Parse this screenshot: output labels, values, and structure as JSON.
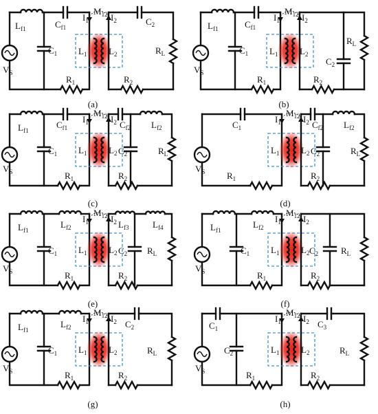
{
  "panels": [
    {
      "caption": "(a)",
      "labels": [
        {
          "m": "L",
          "s": "f1"
        },
        {
          "m": "C",
          "s": "f1"
        },
        {
          "m": "C",
          "s": "1"
        },
        {
          "m": "V",
          "s": "S"
        },
        {
          "m": "R",
          "s": "1"
        },
        {
          "m": "I",
          "s": "1"
        },
        {
          "m": "M",
          "s": "12"
        },
        {
          "m": "I",
          "s": "2"
        },
        {
          "m": "L",
          "s": "1"
        },
        {
          "m": "L",
          "s": "2"
        },
        {
          "m": "C",
          "s": "2"
        },
        {
          "m": "R",
          "s": "L"
        },
        {
          "m": "R",
          "s": "2"
        }
      ]
    },
    {
      "caption": "(b)",
      "labels": [
        {
          "m": "L",
          "s": "f1"
        },
        {
          "m": "C",
          "s": "f1"
        },
        {
          "m": "C",
          "s": "1"
        },
        {
          "m": "V",
          "s": "S"
        },
        {
          "m": "R",
          "s": "1"
        },
        {
          "m": "I",
          "s": "1"
        },
        {
          "m": "M",
          "s": "12"
        },
        {
          "m": "I",
          "s": "2"
        },
        {
          "m": "L",
          "s": "1"
        },
        {
          "m": "L",
          "s": "2"
        },
        {
          "m": "C",
          "s": "2"
        },
        {
          "m": "R",
          "s": "L"
        },
        {
          "m": "R",
          "s": "2"
        }
      ]
    },
    {
      "caption": "(c)",
      "labels": [
        {
          "m": "L",
          "s": "f1"
        },
        {
          "m": "C",
          "s": "f1"
        },
        {
          "m": "C",
          "s": "1"
        },
        {
          "m": "V",
          "s": "S"
        },
        {
          "m": "R",
          "s": "1"
        },
        {
          "m": "I",
          "s": "1"
        },
        {
          "m": "M",
          "s": "12"
        },
        {
          "m": "I",
          "s": "2"
        },
        {
          "m": "L",
          "s": "1"
        },
        {
          "m": "L",
          "s": "2"
        },
        {
          "m": "C",
          "s": "f2"
        },
        {
          "m": "L",
          "s": "f2"
        },
        {
          "m": "C",
          "s": "2"
        },
        {
          "m": "R",
          "s": "L"
        },
        {
          "m": "R",
          "s": "2"
        }
      ]
    },
    {
      "caption": "(d)",
      "labels": [
        {
          "m": "C",
          "s": "1"
        },
        {
          "m": "V",
          "s": "S"
        },
        {
          "m": "R",
          "s": "1"
        },
        {
          "m": "I",
          "s": "1"
        },
        {
          "m": "M",
          "s": "12"
        },
        {
          "m": "I",
          "s": "2"
        },
        {
          "m": "L",
          "s": "1"
        },
        {
          "m": "L",
          "s": "2"
        },
        {
          "m": "C",
          "s": "f2"
        },
        {
          "m": "L",
          "s": "f2"
        },
        {
          "m": "C",
          "s": "2"
        },
        {
          "m": "R",
          "s": "L"
        },
        {
          "m": "R",
          "s": "2"
        }
      ]
    },
    {
      "caption": "(e)",
      "labels": [
        {
          "m": "L",
          "s": "f1"
        },
        {
          "m": "C",
          "s": "1"
        },
        {
          "m": "V",
          "s": "S"
        },
        {
          "m": "R",
          "s": "1"
        },
        {
          "m": "L",
          "s": "f2"
        },
        {
          "m": "I",
          "s": "1"
        },
        {
          "m": "M",
          "s": "12"
        },
        {
          "m": "I",
          "s": "2"
        },
        {
          "m": "L",
          "s": "1"
        },
        {
          "m": "L",
          "s": "2"
        },
        {
          "m": "L",
          "s": "f3"
        },
        {
          "m": "L",
          "s": "f4"
        },
        {
          "m": "C",
          "s": "2"
        },
        {
          "m": "R",
          "s": "L"
        },
        {
          "m": "R",
          "s": "2"
        }
      ]
    },
    {
      "caption": "(f)",
      "labels": [
        {
          "m": "L",
          "s": "f1"
        },
        {
          "m": "C",
          "s": "1"
        },
        {
          "m": "V",
          "s": "S"
        },
        {
          "m": "R",
          "s": "1"
        },
        {
          "m": "L",
          "s": "f2"
        },
        {
          "m": "I",
          "s": "1"
        },
        {
          "m": "M",
          "s": "12"
        },
        {
          "m": "I",
          "s": "2"
        },
        {
          "m": "L",
          "s": "1"
        },
        {
          "m": "L",
          "s": "2"
        },
        {
          "m": "C",
          "s": "2"
        },
        {
          "m": "R",
          "s": "L"
        },
        {
          "m": "R",
          "s": "2"
        }
      ]
    },
    {
      "caption": "(g)",
      "labels": [
        {
          "m": "L",
          "s": "f1"
        },
        {
          "m": "C",
          "s": "1"
        },
        {
          "m": "V",
          "s": "S"
        },
        {
          "m": "R",
          "s": "1"
        },
        {
          "m": "L",
          "s": "f2"
        },
        {
          "m": "I",
          "s": "1"
        },
        {
          "m": "M",
          "s": "12"
        },
        {
          "m": "I",
          "s": "2"
        },
        {
          "m": "L",
          "s": "1"
        },
        {
          "m": "L",
          "s": "2"
        },
        {
          "m": "C",
          "s": "2"
        },
        {
          "m": "R",
          "s": "L"
        },
        {
          "m": "R",
          "s": "2"
        }
      ]
    },
    {
      "caption": "(h)",
      "labels": [
        {
          "m": "C",
          "s": "1"
        },
        {
          "m": "C",
          "s": "2"
        },
        {
          "m": "V",
          "s": "S"
        },
        {
          "m": "R",
          "s": "1"
        },
        {
          "m": "I",
          "s": "1"
        },
        {
          "m": "M",
          "s": "12"
        },
        {
          "m": "I",
          "s": "2"
        },
        {
          "m": "L",
          "s": "1"
        },
        {
          "m": "L",
          "s": "2"
        },
        {
          "m": "C",
          "s": "3"
        },
        {
          "m": "R",
          "s": "L"
        },
        {
          "m": "R",
          "s": "2"
        }
      ]
    }
  ],
  "colors": {
    "wire": "#111111",
    "coupling_box": "#3f8fd6",
    "coupling_glow": "#e8231c"
  },
  "icons": [
    "ac-source-icon",
    "inductor-icon",
    "capacitor-icon",
    "resistor-icon",
    "arrow-icon"
  ]
}
